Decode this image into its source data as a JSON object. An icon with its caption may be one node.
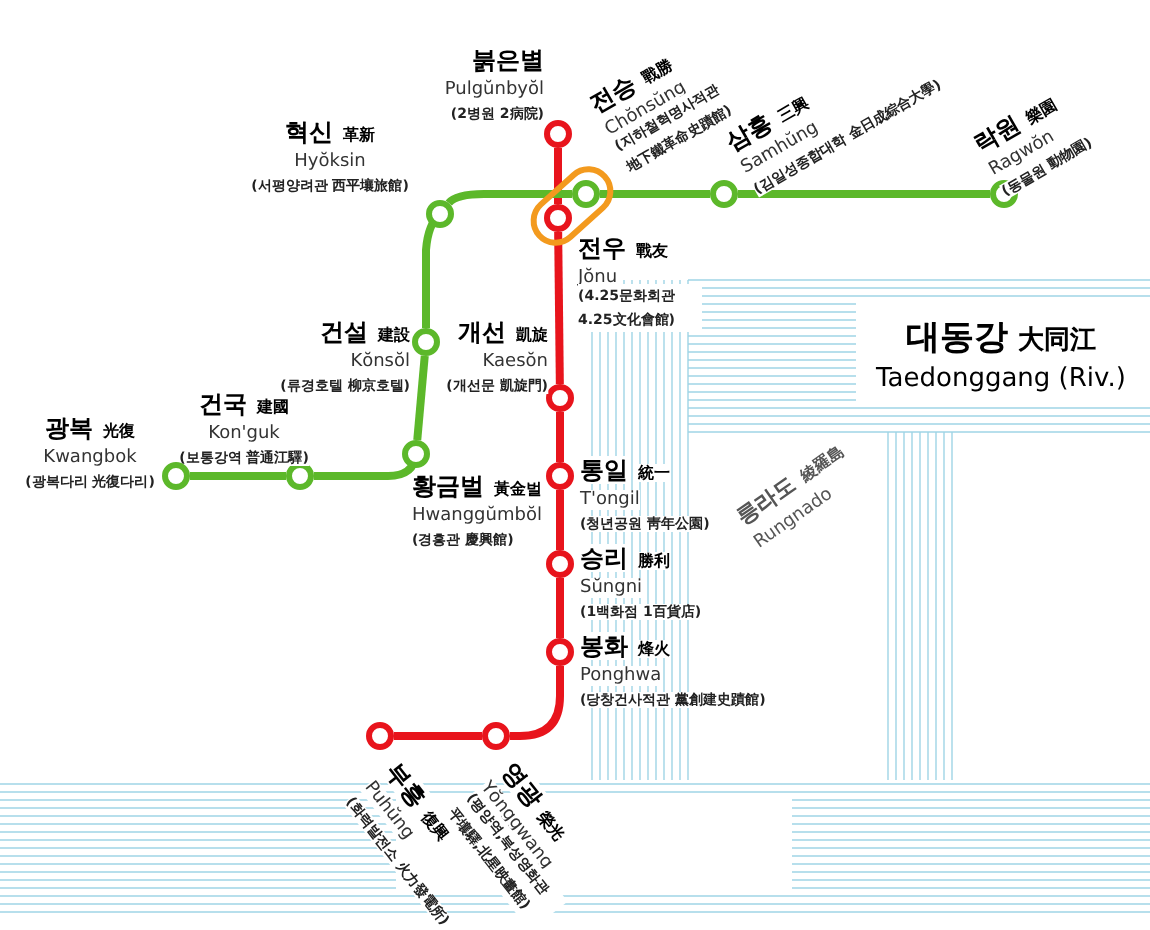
{
  "diagram": {
    "nodes": [
      {
        "text": [
          "붉은별",
          "Pulgŭnbyŏl",
          "(2병원 2病院)"
        ]
      },
      {
        "text": [
          "전승",
          "戰勝",
          "Chŏnsŭng",
          "(지하철혁명사적관 地下鐵革命史蹟館)"
        ]
      },
      {
        "text": [
          "삼흥",
          "三興",
          "Samhŭng",
          "(김일성종합대학 金日成綜合大學)"
        ]
      },
      {
        "text": [
          "락원",
          "樂園",
          "Ragwŏn",
          "(동물원 動物園)"
        ]
      },
      {
        "text": [
          "혁신",
          "革新",
          "Hyŏksin",
          "(서평양려관 西平壤旅館)"
        ]
      },
      {
        "text": [
          "전우",
          "戰友",
          "Jŏnu",
          "(4.25문화회관 4.25文化會館)"
        ]
      },
      {
        "text": [
          "개선",
          "凱旋",
          "Kaesŏn",
          "(개선문 凱旋門)"
        ]
      },
      {
        "text": [
          "건설",
          "建設",
          "Kŏnsŏl",
          "(류경호텔 柳京호텔)"
        ]
      },
      {
        "text": [
          "건국",
          "建國",
          "Kon'guk",
          "(보통강역 普通江驛)"
        ]
      },
      {
        "text": [
          "광복",
          "光復",
          "Kwangbok",
          "(광복다리 光復다리)"
        ]
      },
      {
        "text": [
          "황금벌",
          "黃金벌",
          "Hwanggŭmbŏl",
          "(경흥관 慶興館)"
        ]
      },
      {
        "text": [
          "통일",
          "統一",
          "T'ongil",
          "(청년공원 靑年公園)"
        ]
      },
      {
        "text": [
          "승리",
          "勝利",
          "Sŭngni",
          "(1백화점 1百貨店)"
        ]
      },
      {
        "text": [
          "봉화",
          "烽火",
          "Ponghwa",
          "(당창건사적관 黨創建史蹟館)"
        ]
      },
      {
        "text": [
          "영광",
          "榮光",
          "Yŏnggwang",
          "(평양역,북성영화관 平壤驛,北星映畫館)"
        ]
      },
      {
        "text": [
          "부흥",
          "復興",
          "Puhŭng",
          "(화력발전소 火力發電所)"
        ]
      }
    ],
    "edges": [
      {
        "from": 0,
        "to": 5,
        "arrow": "none",
        "color": "#e8141c"
      },
      {
        "from": 5,
        "to": 6,
        "arrow": "none",
        "color": "#e8141c"
      },
      {
        "from": 6,
        "to": 11,
        "arrow": "none",
        "color": "#e8141c"
      },
      {
        "from": 11,
        "to": 12,
        "arrow": "none",
        "color": "#e8141c"
      },
      {
        "from": 12,
        "to": 13,
        "arrow": "none",
        "color": "#e8141c"
      },
      {
        "from": 13,
        "to": 14,
        "arrow": "none",
        "color": "#e8141c"
      },
      {
        "from": 14,
        "to": 15,
        "arrow": "none",
        "color": "#e8141c"
      },
      {
        "from": 9,
        "to": 8,
        "arrow": "none",
        "color": "#5cb82a"
      },
      {
        "from": 8,
        "to": 10,
        "arrow": "none",
        "color": "#5cb82a"
      },
      {
        "from": 10,
        "to": 7,
        "arrow": "none",
        "color": "#5cb82a"
      },
      {
        "from": 7,
        "to": 4,
        "arrow": "none",
        "color": "#5cb82a"
      },
      {
        "from": 4,
        "to": 1,
        "arrow": "none",
        "color": "#5cb82a"
      },
      {
        "from": 1,
        "to": 2,
        "arrow": "none",
        "color": "#5cb82a"
      },
      {
        "from": 2,
        "to": 3,
        "arrow": "none",
        "color": "#5cb82a"
      }
    ],
    "labels": [
      "대동강",
      "大同江",
      "Taedonggang (Riv.)",
      "릉라도",
      "綾羅島",
      "Rungnado"
    ]
  }
}
